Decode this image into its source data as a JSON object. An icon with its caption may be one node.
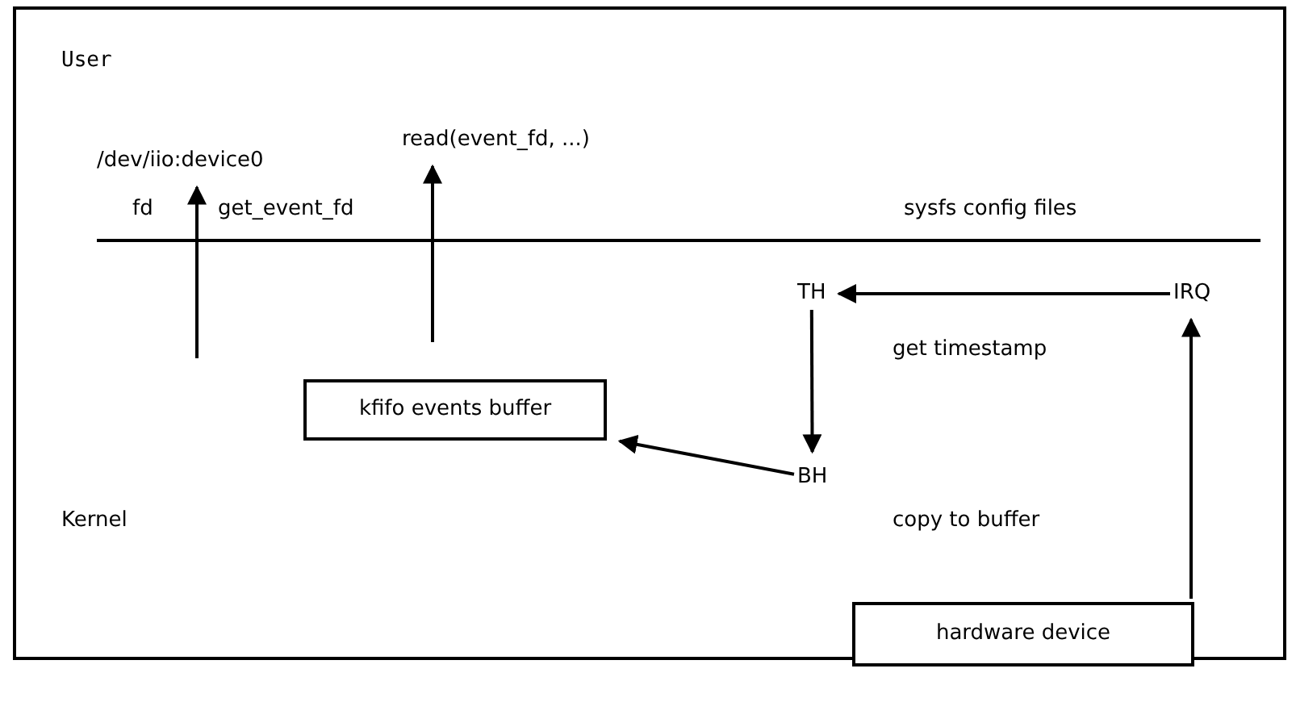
{
  "diagram": {
    "nodes": [
      {
        "text": [
          "/dev/iio:device0"
        ]
      },
      {
        "text": [
          "read(event_fd, ...)"
        ]
      },
      {
        "text": [
          "TH"
        ]
      },
      {
        "text": [
          "IRQ"
        ]
      },
      {
        "text": [
          "kfifo events buffer"
        ]
      },
      {
        "text": [
          "BH"
        ]
      },
      {
        "text": [
          "hardware device"
        ]
      }
    ],
    "edges": [
      {
        "from": null,
        "to": 0,
        "arrow": "to"
      },
      {
        "from": null,
        "to": 1,
        "arrow": "to"
      },
      {
        "from": 3,
        "to": 2,
        "arrow": "to"
      },
      {
        "from": 2,
        "to": 5,
        "arrow": "to"
      },
      {
        "from": 5,
        "to": 4,
        "arrow": "to"
      },
      {
        "from": 6,
        "to": 3,
        "arrow": "to"
      }
    ],
    "labels": [
      "User",
      "fd",
      "get_event_fd",
      "sysfs config files",
      "get timestamp",
      "Kernel",
      "copy to buffer"
    ]
  }
}
